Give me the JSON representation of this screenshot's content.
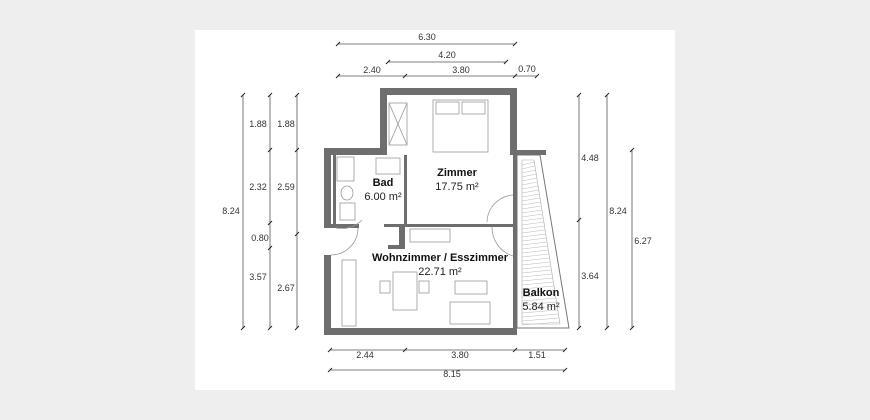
{
  "rooms": {
    "zimmer": {
      "name": "Zimmer",
      "area": "17.75 m²"
    },
    "bad": {
      "name": "Bad",
      "area": "6.00 m²"
    },
    "wohnen": {
      "name": "Wohnzimmer / Esszimmer",
      "area": "22.71 m²"
    },
    "balkon": {
      "name": "Balkon",
      "area": "5.84 m²"
    }
  },
  "dimensions": {
    "top": {
      "total": "6.30",
      "mid": "4.20",
      "left": "2.40",
      "center": "3.80",
      "right": "0.70"
    },
    "left_outer": {
      "total": "8.24"
    },
    "left_mid": {
      "a": "1.88",
      "b": "2.32",
      "c": "0.80",
      "d": "3.57"
    },
    "left_inner": {
      "a": "1.88",
      "b": "2.59",
      "c": "2.67"
    },
    "right_inner": {
      "a": "4.48",
      "b": "3.64"
    },
    "right_mid": {
      "total": "8.24"
    },
    "right_outer": {
      "total": "6.27"
    },
    "bottom": {
      "left": "2.44",
      "center": "3.80",
      "right": "1.51",
      "total": "8.15"
    }
  }
}
